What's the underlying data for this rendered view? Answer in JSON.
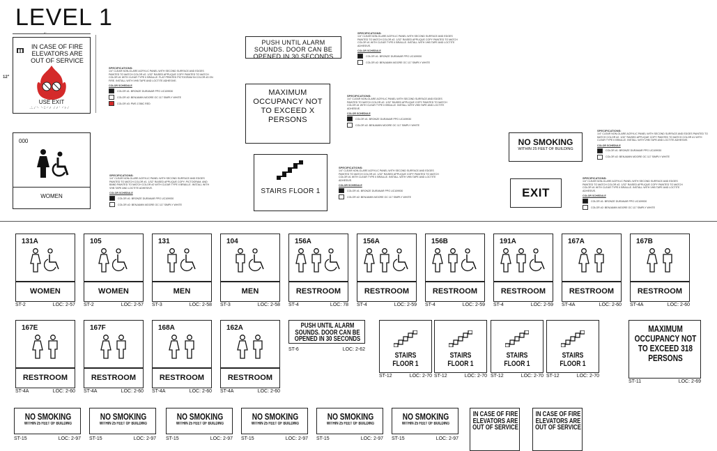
{
  "title": "LEVEL 1",
  "spec_heading": "SPECIFICATIONS:",
  "color_schedule": "COLOR SCHEDULE",
  "colors": {
    "bronze": "#1a1a1a",
    "white": "#ffffff",
    "red": "#d42a2a"
  },
  "swatches": {
    "c1": "COLOR #1: BRONZE DURANAR PPG UC109930",
    "c2": "COLOR #2: BENJAMIN MOORE OC 117 SIMPLY WHITE",
    "c3": "COLOR #3: PMS 1788C RED"
  },
  "specs": {
    "elevator": "1/4\" CLEAR NON-GLARE ACRYLIC PANEL WITH SECOND SURFACE AND EDGES PAINTED TO MATCH COLOR #2. 1/32\" RAISED APPLIQUE COPY PAINTED TO MATCH COLOR #1 WITH CLEAR TYPE II BRAILLE. FLAT PRINTED PICTOGRAM IN COLOR #3 ON FIRE. INSTALL WITH VHB TAPE AND LOCTITE ADHESIVE.",
    "restroom": "1/4\" CLEAR NON-GLARE ACRYLIC PANEL WITH SECOND SURFACE AND EDGES PAINTED TO MATCH COLOR #1. 1/32\" RAISED APPLIQUE COPY, PICTOGRAM, AND BAND PAINTED TO MATCH COLOR #2 WITH CLEAR TYPE II BRAILLE. INSTALL WITH VHB TAPE AND LOCTITE ADHESIVE.",
    "generic": "1/4\" CLEAR NON-GLARE ACRYLIC PANEL WITH SECOND SURFACE AND EDGES PAINTED TO MATCH COLOR #2. 1/32\" RAISED APPLIQUE COPY PAINTED TO MATCH COLOR #1 WITH CLEAR TYPE II BRAILLE. INSTALL WITH VHB TAPE AND LOCTITE ADHESIVE."
  },
  "details": {
    "elevator": {
      "text": "IN CASE OF FIRE ELEVATORS ARE OUT OF SERVICE",
      "sub": "USE EXIT",
      "w": "8\"",
      "h": "12\""
    },
    "women": {
      "num": "000",
      "label": "WOMEN"
    },
    "alarm": {
      "text": "PUSH UNTIL ALARM SOUNDS. DOOR CAN BE OPENED IN 30 SECONDS"
    },
    "occupancy": {
      "text": "MAXIMUM OCCUPANCY NOT TO EXCEED X PERSONS"
    },
    "stairs": {
      "text": "STAIRS FLOOR 1"
    },
    "nosmoking": {
      "h": "NO SMOKING",
      "s": "WITHIN 25 FEET OF BUILDING"
    },
    "exit": {
      "text": "EXIT"
    }
  },
  "row1": [
    {
      "num": "131A",
      "label": "WOMEN",
      "type": "ST-2",
      "loc": "LOC: 2-57",
      "icons": "fa"
    },
    {
      "num": "105",
      "label": "WOMEN",
      "type": "ST-2",
      "loc": "LOC: 2-57",
      "icons": "fa"
    },
    {
      "num": "131",
      "label": "MEN",
      "type": "ST-3",
      "loc": "LOC: 2-58",
      "icons": "ma"
    },
    {
      "num": "104",
      "label": "MEN",
      "type": "ST-3",
      "loc": "LOC: 2-58",
      "icons": "ma"
    },
    {
      "num": "156A",
      "label": "RESTROOM",
      "type": "ST-4",
      "loc": "LOC: 78",
      "icons": "fma"
    },
    {
      "num": "156A",
      "label": "RESTROOM",
      "type": "ST-4",
      "loc": "LOC: 2-59",
      "icons": "fma"
    },
    {
      "num": "156B",
      "label": "RESTROOM",
      "type": "ST-4",
      "loc": "LOC: 2-59",
      "icons": "fma"
    },
    {
      "num": "191A",
      "label": "RESTROOM",
      "type": "ST-4",
      "loc": "LOC: 2-59",
      "icons": "fma"
    },
    {
      "num": "167A",
      "label": "RESTROOM",
      "type": "ST-4A",
      "loc": "LOC: 2-60",
      "icons": "fm"
    },
    {
      "num": "167B",
      "label": "RESTROOM",
      "type": "ST-4A",
      "loc": "LOC: 2-60",
      "icons": "fm"
    }
  ],
  "row2": [
    {
      "num": "167E",
      "label": "RESTROOM",
      "type": "ST-4A",
      "loc": "LOC: 2-60",
      "icons": "fm"
    },
    {
      "num": "167F",
      "label": "RESTROOM",
      "type": "ST-4A",
      "loc": "LOC: 2-60",
      "icons": "fm"
    },
    {
      "num": "168A",
      "label": "RESTROOM",
      "type": "ST-4A",
      "loc": "LOC: 2-60",
      "icons": "fm"
    },
    {
      "num": "162A",
      "label": "RESTROOM",
      "type": "ST-4A",
      "loc": "LOC: 2-60",
      "icons": "fm"
    }
  ],
  "alarm_small": {
    "text": "PUSH UNTIL ALARM SOUNDS. DOOR CAN BE OPENED IN 30 SECONDS",
    "type": "ST-6",
    "loc": "LOC: 2-62"
  },
  "stairs_small": [
    {
      "l1": "STAIRS",
      "l2": "FLOOR 1",
      "type": "ST-12",
      "loc": "LOC: 2-70"
    },
    {
      "l1": "STAIRS",
      "l2": "FLOOR 1",
      "type": "ST-12",
      "loc": "LOC: 2-70"
    },
    {
      "l1": "STAIRS",
      "l2": "FLOOR 1",
      "type": "ST-12",
      "loc": "LOC: 2-70"
    },
    {
      "l1": "STAIRS",
      "l2": "FLOOR 1",
      "type": "ST-12",
      "loc": "LOC: 2-70"
    }
  ],
  "occupancy_small": {
    "text": "MAXIMUM OCCUPANCY NOT TO EXCEED 318 PERSONS",
    "type": "ST-11",
    "loc": "LOC: 2-69"
  },
  "nosmoking_small": [
    {
      "h": "NO SMOKING",
      "s": "WITHIN 25 FEET OF BUILDING",
      "type": "ST-15",
      "loc": "LOC: 2-97"
    },
    {
      "h": "NO SMOKING",
      "s": "WITHIN 25 FEET OF BUILDING",
      "type": "ST-15",
      "loc": "LOC: 2-97"
    },
    {
      "h": "NO SMOKING",
      "s": "WITHIN 25 FEET OF BUILDING",
      "type": "ST-15",
      "loc": "LOC: 2-97"
    },
    {
      "h": "NO SMOKING",
      "s": "WITHIN 25 FEET OF BUILDING",
      "type": "ST-15",
      "loc": "LOC: 2-97"
    },
    {
      "h": "NO SMOKING",
      "s": "WITHIN 25 FEET OF BUILDING",
      "type": "ST-15",
      "loc": "LOC: 2-97"
    },
    {
      "h": "NO SMOKING",
      "s": "WITHIN 25 FEET OF BUILDING",
      "type": "ST-15",
      "loc": "LOC: 2-97"
    }
  ],
  "elevator_small": [
    {
      "text": "IN CASE OF FIRE ELEVATORS ARE OUT OF SERVICE"
    },
    {
      "text": "IN CASE OF FIRE ELEVATORS ARE OUT OF SERVICE"
    }
  ]
}
